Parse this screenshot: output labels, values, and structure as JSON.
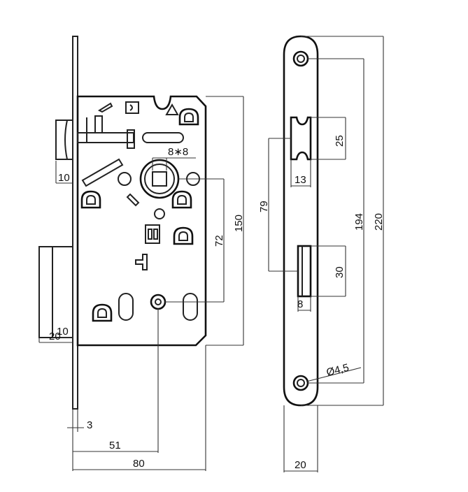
{
  "diagram": {
    "front_view": {
      "dimensions": {
        "latch_depth": "10",
        "deadbolt_depth": "10",
        "deadbolt_width": "20",
        "square_spindle": "8∗8",
        "spindle_to_key_distance": "72",
        "case_height": "150",
        "faceplate_offset": "3",
        "backset": "51",
        "case_width": "80"
      }
    },
    "side_view": {
      "dimensions": {
        "latch_slot_height": "25",
        "latch_slot_width": "13",
        "latch_to_bolt_distance": "79",
        "bolt_slot_height": "30",
        "bolt_slot_width": "8",
        "hole_spacing": "194",
        "faceplate_length": "220",
        "hole_diameter": "Ø4,5",
        "faceplate_width": "20"
      }
    }
  }
}
